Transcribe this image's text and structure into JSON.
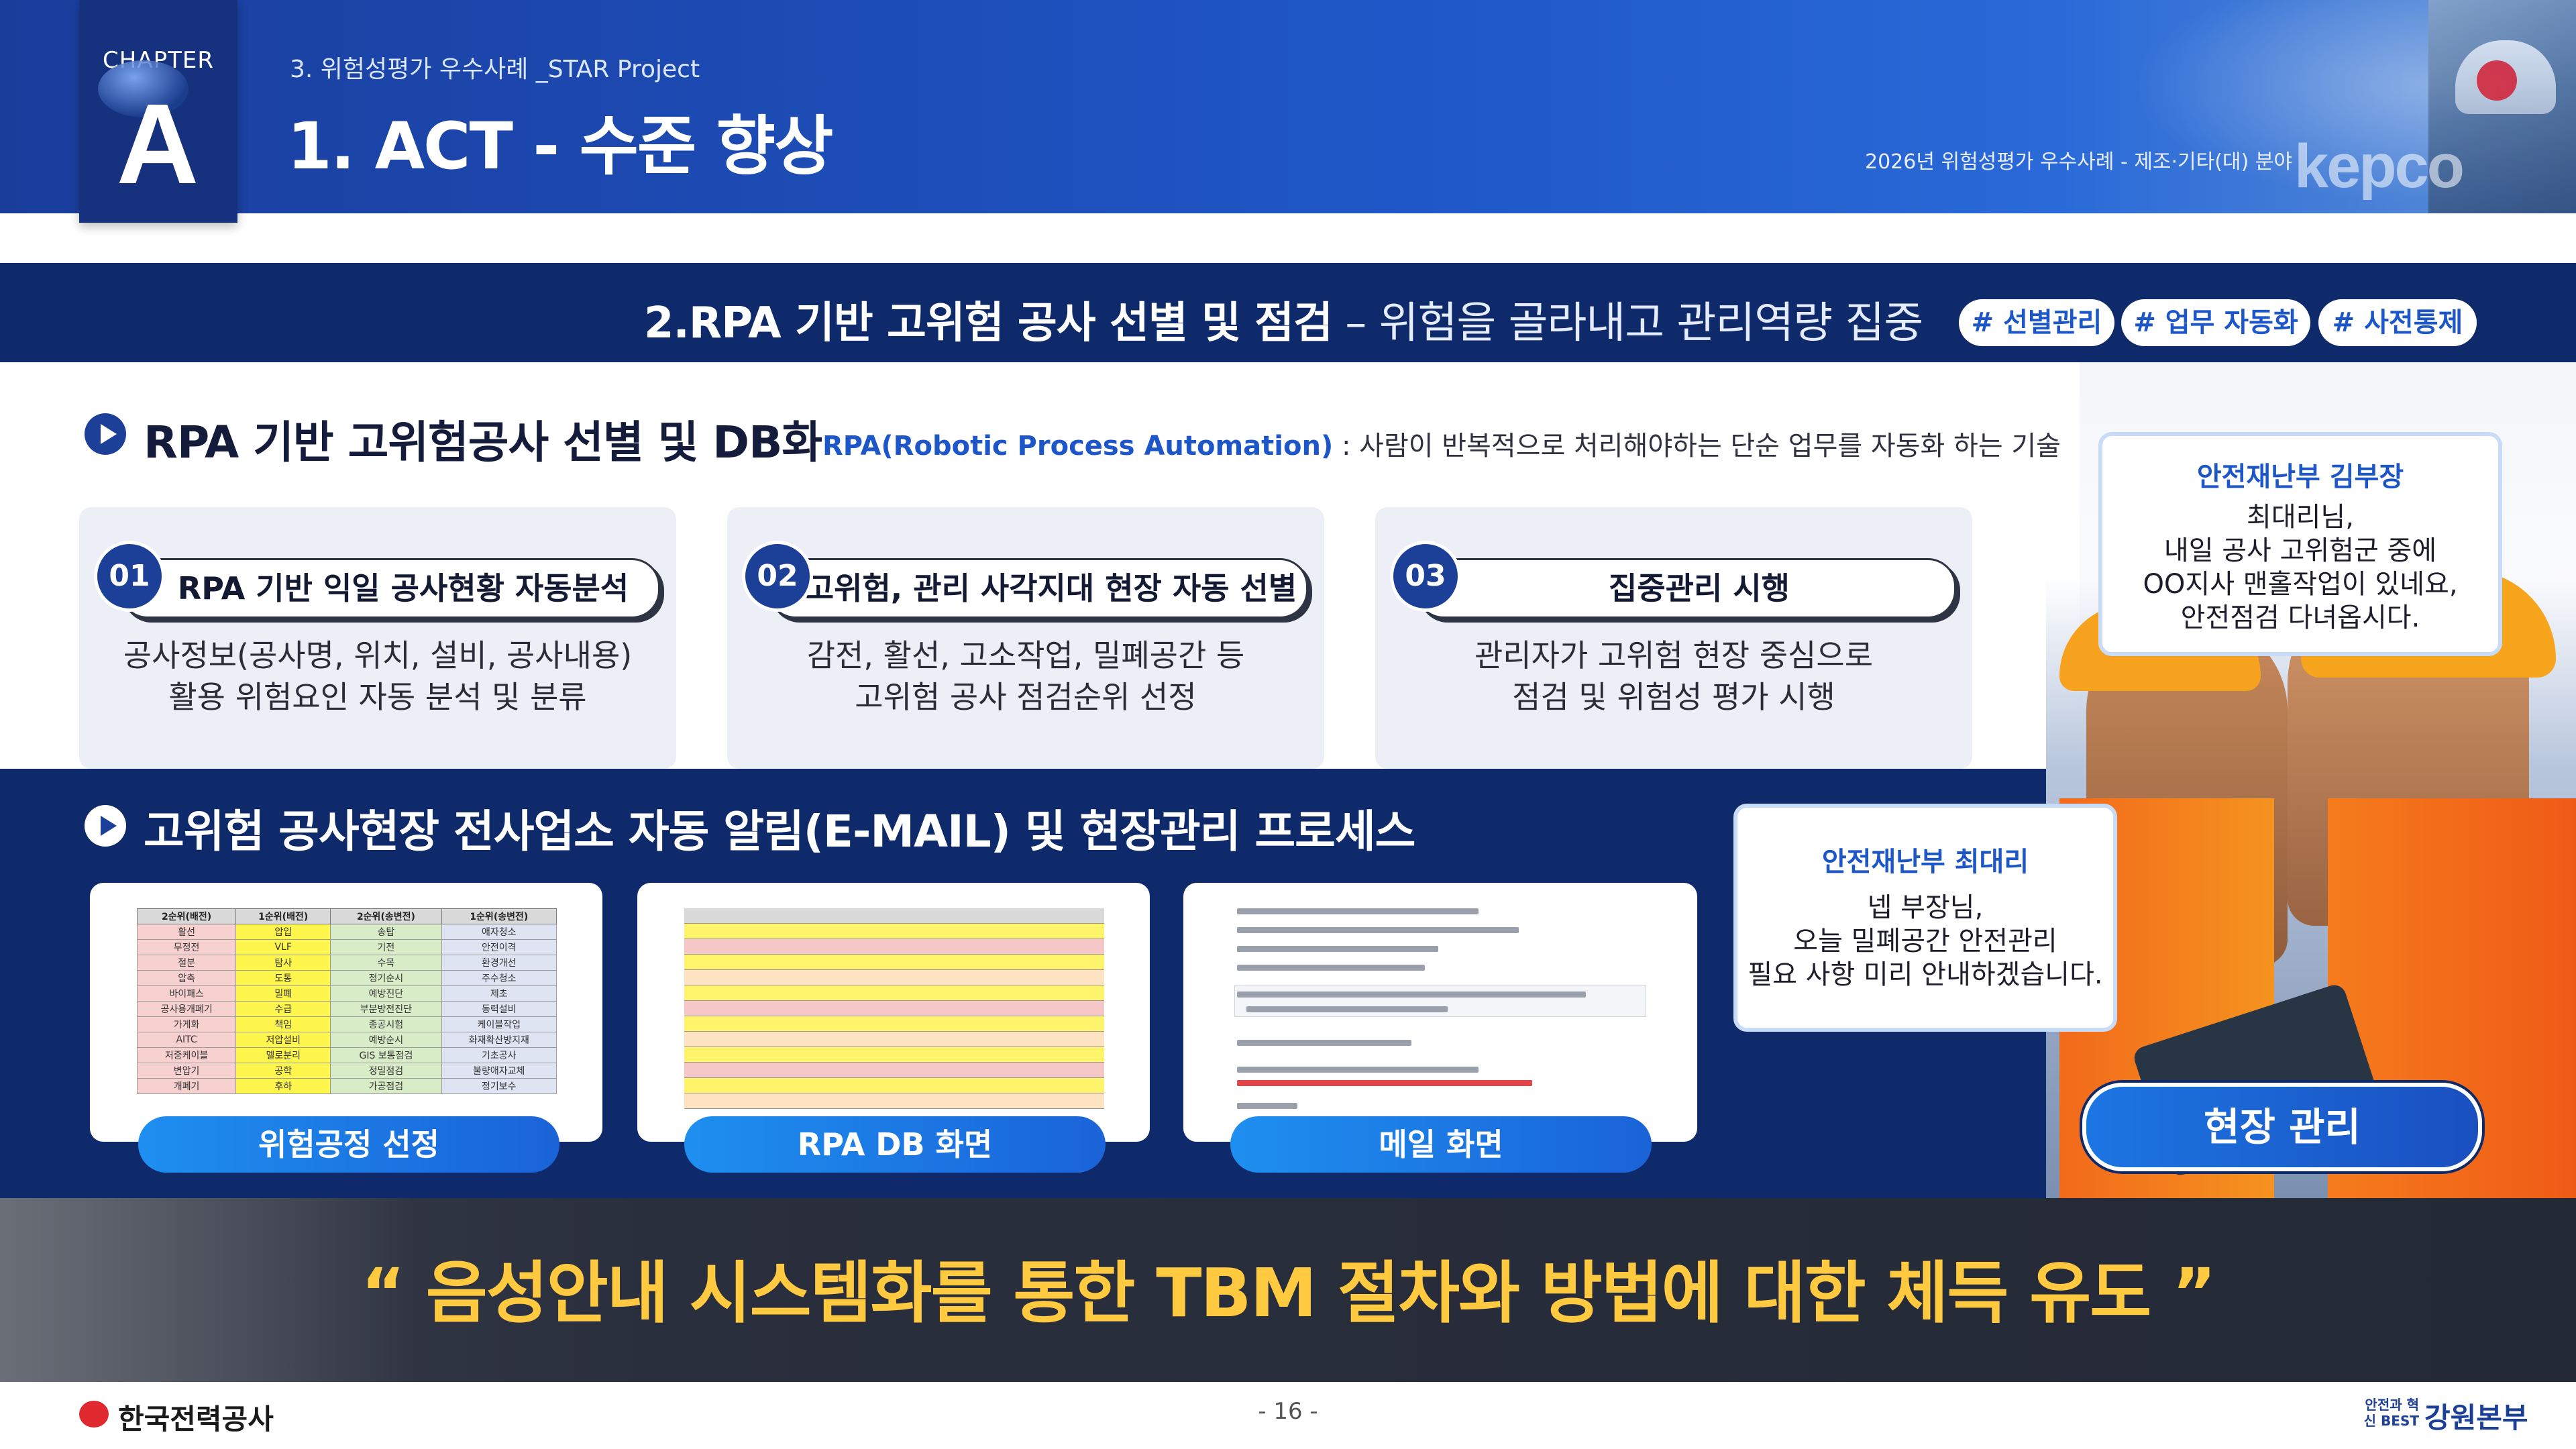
{
  "header": {
    "chapter_label": "CHAPTER",
    "chapter_letter": "A",
    "breadcrumb": "3. 위험성평가 우수사례 _STAR Project",
    "title": "1. ACT - 수준 향상",
    "contest_label": "2026년 위험성평가 우수사례 - 제조·기타(대) 분야",
    "brand_watermark": "kepco"
  },
  "section": {
    "title_main": "2.RPA 기반 고위험 공사 선별 및 점검",
    "title_sub": " – 위험을 골라내고 관리역량 집중",
    "hashtags": [
      "# 선별관리",
      "# 업무 자동화",
      "# 사전통제"
    ]
  },
  "part1": {
    "heading": "RPA 기반 고위험공사 선별 및 DB화",
    "definition_term": "RPA(Robotic Process Automation)",
    "definition_text": " : 사람이 반복적으로 처리해야하는 단순 업무를 자동화 하는 기술",
    "steps": [
      {
        "num": "01",
        "title": "RPA 기반 익일 공사현황 자동분석",
        "desc_line1": "공사정보(공사명, 위치, 설비, 공사내용)",
        "desc_line2": "활용 위험요인 자동 분석 및 분류"
      },
      {
        "num": "02",
        "title": "고위험, 관리 사각지대 현장 자동 선별",
        "desc_line1": "감전, 활선, 고소작업, 밀폐공간 등",
        "desc_line2": "고위험 공사 점검순위 선정"
      },
      {
        "num": "03",
        "title": "집중관리 시행",
        "desc_line1": "관리자가 고위험 현장 중심으로",
        "desc_line2": "점검 및 위험성 평가 시행"
      }
    ]
  },
  "part2": {
    "heading": "고위험 공사현장 전사업소 자동 알림(E-MAIL) 및 현장관리 프로세스",
    "screens": [
      {
        "label": "위험공정 선정"
      },
      {
        "label": "RPA DB 화면"
      },
      {
        "label": "메일 화면"
      }
    ],
    "risk_table": {
      "headers": [
        "2순위(배전)",
        "1순위(배전)",
        "2순위(송변전)",
        "1순위(송변전)"
      ],
      "rows": [
        [
          "활선",
          "압입",
          "송탑",
          "애자청소"
        ],
        [
          "무정전",
          "VLF",
          "기전",
          "안전이격"
        ],
        [
          "절분",
          "탐사",
          "수목",
          "환경개선"
        ],
        [
          "압축",
          "도통",
          "정기순시",
          "주수청소"
        ],
        [
          "바이패스",
          "밀폐",
          "예방진단",
          "제초"
        ],
        [
          "공사용개폐기",
          "수급",
          "부분방전진단",
          "동력설비"
        ],
        [
          "가게화",
          "책임",
          "종공시험",
          "케이블작업"
        ],
        [
          "AITC",
          "저압설비",
          "예방순시",
          "화재확산방지재"
        ],
        [
          "저중케이블",
          "멜로분리",
          "GIS 보통점검",
          "기초공사"
        ],
        [
          "변압기",
          "공학",
          "정밀점검",
          "불량애자교체"
        ],
        [
          "개폐기",
          "후하",
          "가공점검",
          "정기보수"
        ]
      ]
    }
  },
  "speech": {
    "kim": {
      "name": "안전재난부 김부장",
      "line1": "최대리님,",
      "line2": "내일 공사 고위험군 중에",
      "line3": "OO지사 맨홀작업이 있네요,",
      "line4": "안전점검 다녀옵시다."
    },
    "choi": {
      "name": "안전재난부 최대리",
      "line1": "넵 부장님,",
      "line2": "오늘 밀폐공간 안전관리",
      "line3": "필요 사항 미리 안내하겠습니다."
    }
  },
  "field_button": "현장 관리",
  "quote": "“ 음성안내 시스템화를 통한 TBM 절차와 방법에 대한 체득 유도 ”",
  "footer": {
    "org_name": "한국전력공사",
    "page_number": "- 16 -",
    "hq_small": "안전과 혁신 BEST",
    "hq_name": "강원본부"
  },
  "colors": {
    "navy": "#0f2a6b",
    "blue_accent": "#1c56c8",
    "quote_yellow": "#ffc940",
    "header_blue": "#1f57c8"
  }
}
